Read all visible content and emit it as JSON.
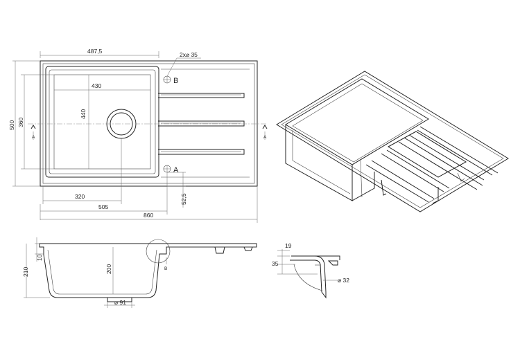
{
  "top_view": {
    "dims": {
      "w_bowl_outer": "487,5",
      "holes": "2x⌀ 35",
      "w_inner": "430",
      "h_inner": "440",
      "h_bowl": "360",
      "h_total": "500",
      "w_320": "320",
      "w_505": "505",
      "w_860": "860",
      "d_52": "52,5"
    },
    "labels": {
      "b": "B",
      "a": "A",
      "section_left": "A",
      "section_right": "A"
    }
  },
  "side_view": {
    "dims": {
      "d_10": "10",
      "d_210": "210",
      "d_200": "200",
      "drain": "⌀ 91"
    },
    "detail_ref": "B"
  },
  "detail": {
    "dims": {
      "d_19": "19",
      "d_35": "35",
      "hole": "⌀ 32"
    }
  }
}
